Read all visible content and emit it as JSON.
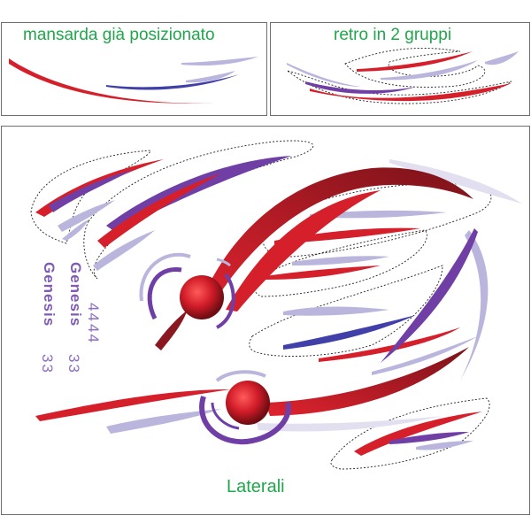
{
  "panels": {
    "top_left_caption": "mansarda già posizionato",
    "top_right_caption": "retro in 2 gruppi",
    "bottom_caption": "Laterali"
  },
  "decals": {
    "model_name": "Genesis",
    "number": "33",
    "number_alt": "44"
  },
  "colors": {
    "red": "#d5202c",
    "dark_red": "#8a1820",
    "purple": "#6f3fa6",
    "blue": "#4040a8",
    "lavender": "#b9b5dc",
    "caption_green": "#1fa84a"
  }
}
